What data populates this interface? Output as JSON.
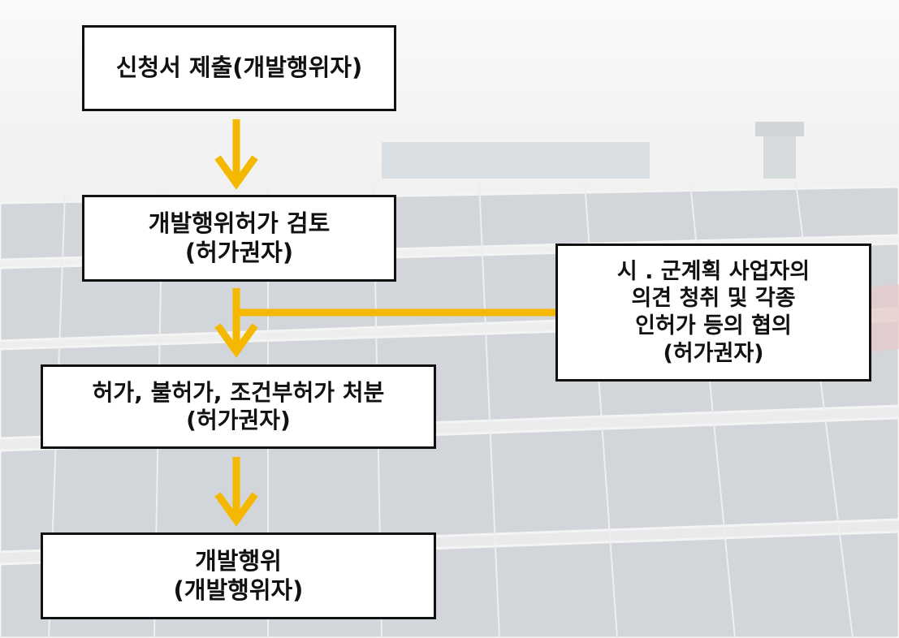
{
  "colors": {
    "arrow": "#F5B800",
    "box_border": "#111111",
    "box_fill": "#FFFFFF",
    "background": "#EDEDEE"
  },
  "flow": {
    "step1": {
      "line1": "신청서 제출(개발행위자)"
    },
    "step2": {
      "line1": "개발행위허가 검토",
      "line2": "(허가권자)"
    },
    "step3": {
      "line1": "허가, 불허가, 조건부허가 처분",
      "line2": "(허가권자)"
    },
    "step4": {
      "line1": "개발행위",
      "line2": "(개발행위자)"
    }
  },
  "consultation": {
    "line1": "시 . 군계획 사업자의",
    "line2": "의견 청취 및 각종",
    "line3": "인허가 등의 협의",
    "line4": "(허가권자)"
  }
}
